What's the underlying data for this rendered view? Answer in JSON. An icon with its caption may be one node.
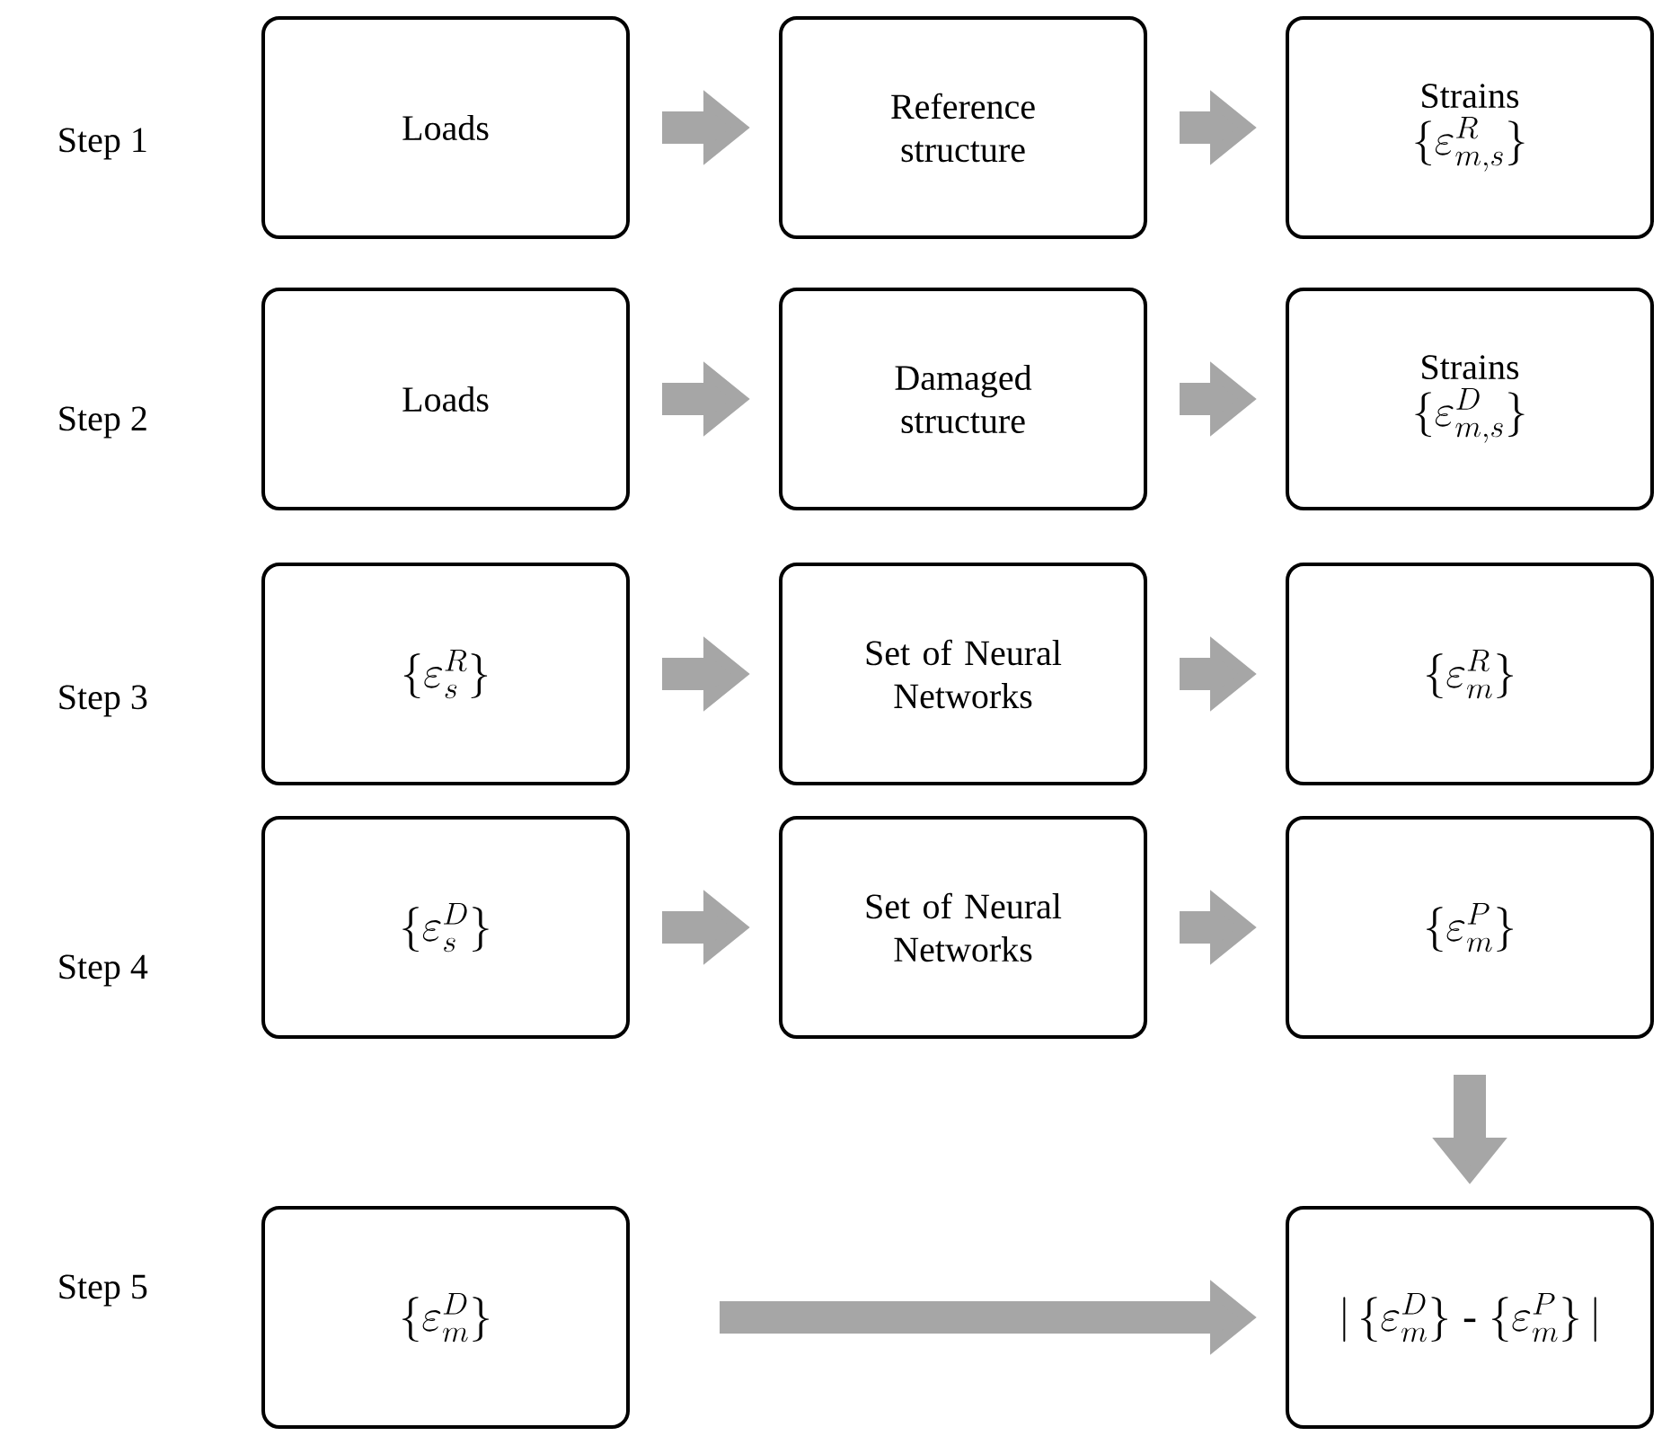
{
  "diagram": {
    "nodes": [
      {
        "text": [
          "Loads"
        ]
      },
      {
        "text": [
          "Reference structure"
        ]
      },
      {
        "text": [
          "Strains",
          "\\{\\varepsilon_{m,s}^{R}\\}"
        ]
      },
      {
        "text": [
          "Loads"
        ]
      },
      {
        "text": [
          "Damaged structure"
        ]
      },
      {
        "text": [
          "Strains",
          "\\{\\varepsilon_{m,s}^{D}\\}"
        ]
      },
      {
        "text": [
          "\\{\\varepsilon_{s}^{R}\\}"
        ]
      },
      {
        "text": [
          "Set of Neural Networks"
        ]
      },
      {
        "text": [
          "\\{\\varepsilon_{m}^{R}\\}"
        ]
      },
      {
        "text": [
          "\\{\\varepsilon_{s}^{D}\\}"
        ]
      },
      {
        "text": [
          "Set of Neural Networks"
        ]
      },
      {
        "text": [
          "\\{\\varepsilon_{m}^{P}\\}"
        ]
      },
      {
        "text": [
          "\\{\\varepsilon_{m}^{D}\\}"
        ]
      },
      {
        "text": [
          "|\\,\\{\\varepsilon_{m}^{D}\\}\\text{ - }\\{\\varepsilon_{m}^{P}\\}\\,|"
        ]
      }
    ],
    "edges": [
      {
        "from": 0,
        "to": 1,
        "arrow": "to"
      },
      {
        "from": 1,
        "to": 2,
        "arrow": "to"
      },
      {
        "from": 3,
        "to": 4,
        "arrow": "to"
      },
      {
        "from": 4,
        "to": 5,
        "arrow": "to"
      },
      {
        "from": 6,
        "to": 7,
        "arrow": "to"
      },
      {
        "from": 7,
        "to": 8,
        "arrow": "to"
      },
      {
        "from": 9,
        "to": 10,
        "arrow": "to"
      },
      {
        "from": 10,
        "to": 11,
        "arrow": "to"
      },
      {
        "from": 11,
        "to": 13,
        "arrow": "to"
      },
      {
        "from": 12,
        "to": 13,
        "arrow": "to"
      }
    ],
    "labels": [
      "Step 1",
      "Step 2",
      "Step 3",
      "Step 4",
      "Step 5"
    ]
  }
}
